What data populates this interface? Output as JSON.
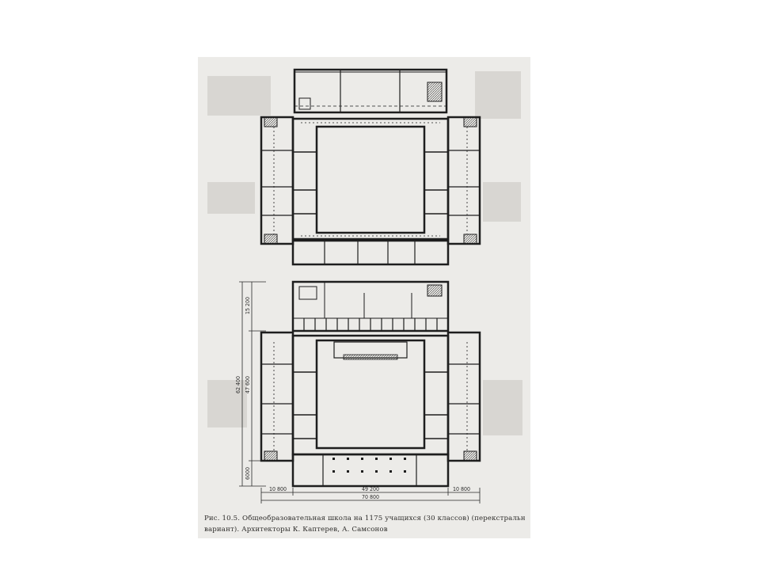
{
  "figure": {
    "caption_line1": "Рис. 10.5. Общеобразовательная школа на 1175 учащихся (30 классов) (перекстральной)",
    "caption_line2": "вариант). Архитекторы К. Каптерев, А. Самсонов"
  },
  "dimensions": {
    "overall_width": "70 800",
    "left_wing": "10 800",
    "center": "49 200",
    "right_wing": "10 800",
    "overall_height": "62 400",
    "courtyard_height": "47 600",
    "top_block": "15 200",
    "bottom_block": "6000"
  },
  "colors": {
    "ink": "#1e1e1e",
    "paper": "#ecebe8"
  }
}
